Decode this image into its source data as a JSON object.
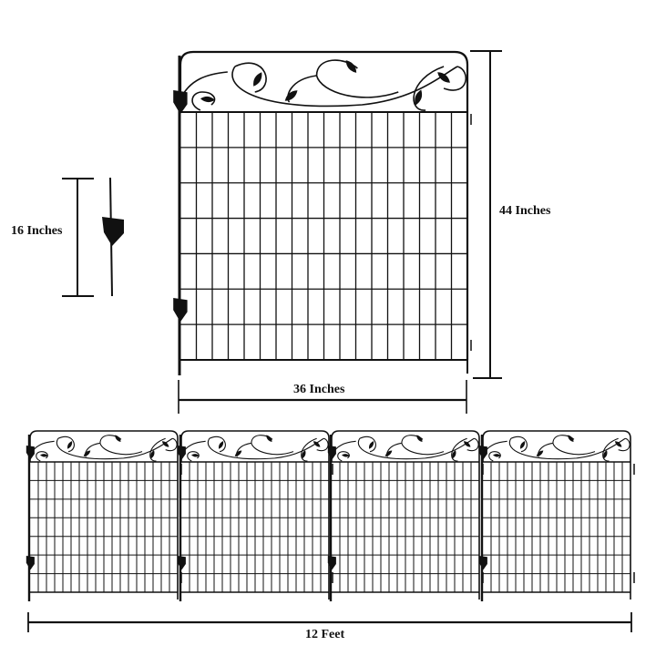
{
  "dimensions": {
    "stake_height": "16 Inches",
    "panel_height": "44 Inches",
    "panel_width": "36 Inches",
    "total_length": "12 Feet"
  },
  "product": {
    "single_panel": {
      "vertical_cells": 18,
      "horizontal_rows": 7
    },
    "panel_count": 4,
    "stake_count_visible": 1
  },
  "colors": {
    "ink": "#111111",
    "background": "#ffffff"
  }
}
